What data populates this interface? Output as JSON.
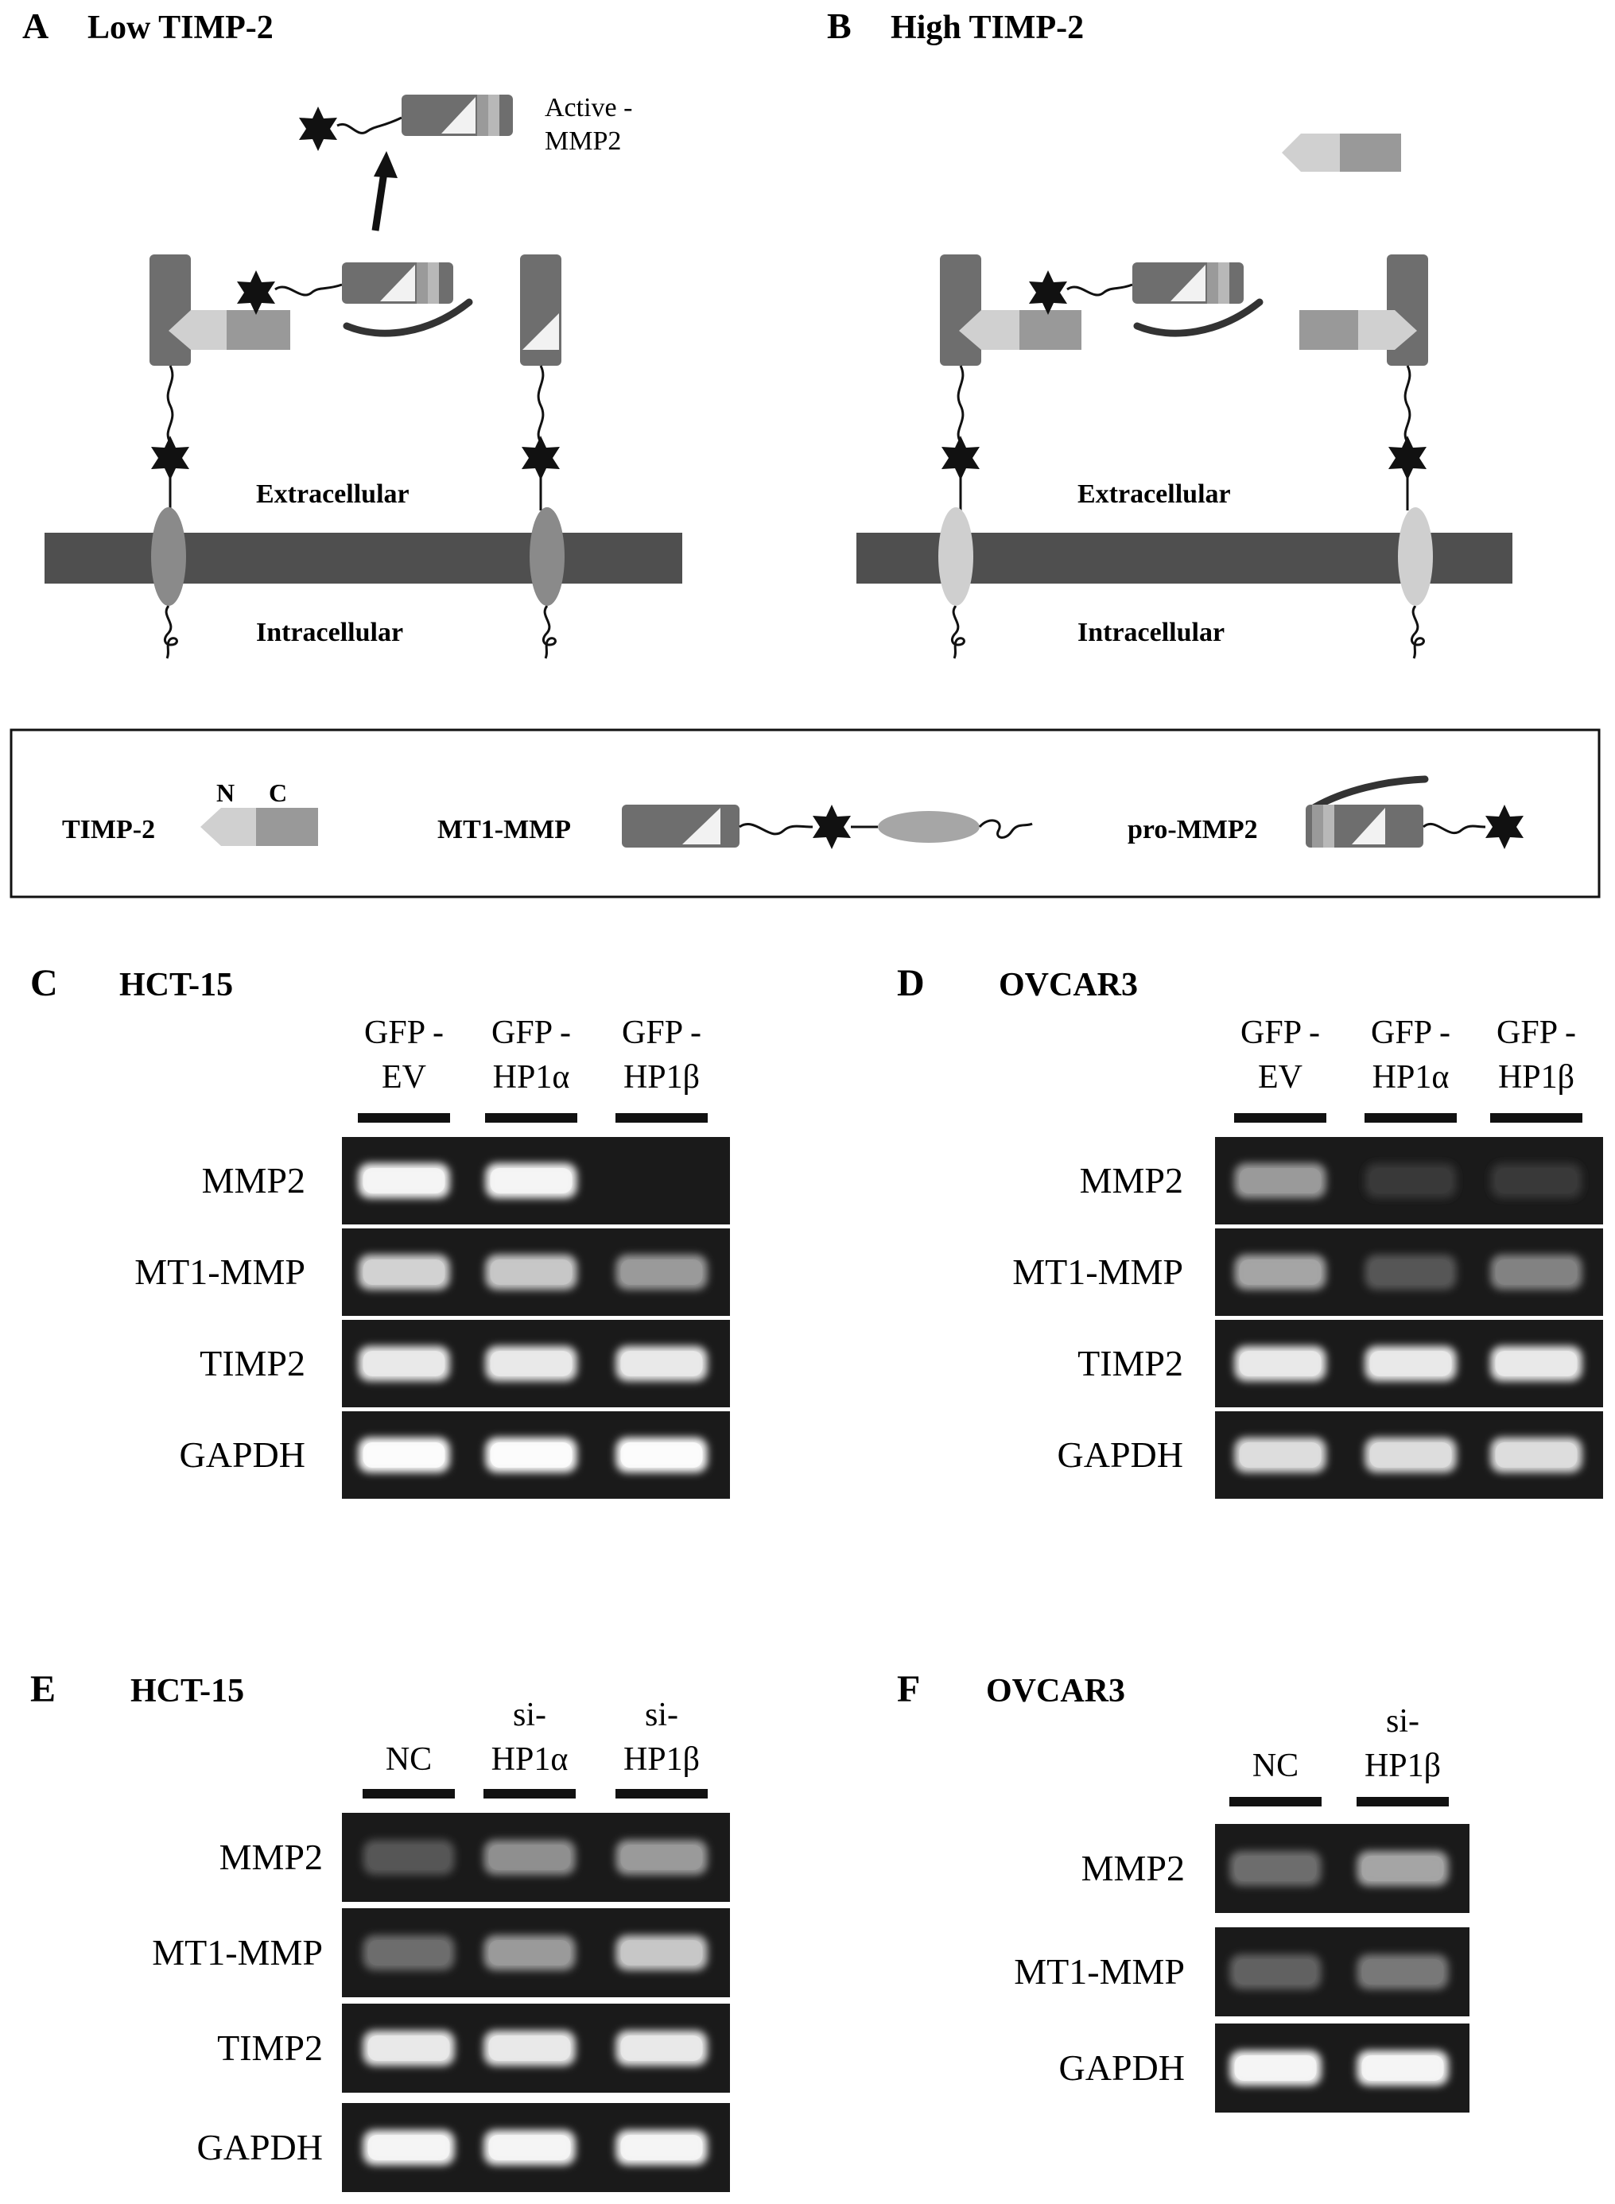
{
  "panel_a": {
    "letter": "A",
    "title": "Low TIMP-2",
    "active_label_1": "Active -",
    "active_label_2": "MMP2",
    "extracellular": "Extracellular",
    "intracellular": "Intracellular"
  },
  "panel_b": {
    "letter": "B",
    "title": "High TIMP-2",
    "extracellular": "Extracellular",
    "intracellular": "Intracellular"
  },
  "legend": {
    "timp2_label": "TIMP-2",
    "timp2_n": "N",
    "timp2_c": "C",
    "mt1mmp_label": "MT1-MMP",
    "prommp2_label": "pro-MMP2"
  },
  "panel_c": {
    "letter": "C",
    "cell_line": "HCT-15",
    "lanes": [
      {
        "line1": "GFP -",
        "line2": "EV"
      },
      {
        "line1": "GFP -",
        "line2": "HP1α"
      },
      {
        "line1": "GFP -",
        "line2": "HP1β"
      }
    ],
    "genes": [
      "MMP2",
      "MT1-MMP",
      "TIMP2",
      "GAPDH"
    ],
    "band_intensity": [
      [
        0.95,
        0.95,
        0.0
      ],
      [
        0.8,
        0.75,
        0.55
      ],
      [
        0.9,
        0.9,
        0.9
      ],
      [
        0.98,
        0.98,
        0.98
      ]
    ]
  },
  "panel_d": {
    "letter": "D",
    "cell_line": "OVCAR3",
    "lanes": [
      {
        "line1": "GFP -",
        "line2": "EV"
      },
      {
        "line1": "GFP -",
        "line2": "HP1α"
      },
      {
        "line1": "GFP -",
        "line2": "HP1β"
      }
    ],
    "genes": [
      "MMP2",
      "MT1-MMP",
      "TIMP2",
      "GAPDH"
    ],
    "band_intensity": [
      [
        0.55,
        0.12,
        0.12
      ],
      [
        0.6,
        0.25,
        0.45
      ],
      [
        0.9,
        0.9,
        0.9
      ],
      [
        0.85,
        0.85,
        0.85
      ]
    ]
  },
  "panel_e": {
    "letter": "E",
    "cell_line": "HCT-15",
    "lanes": [
      {
        "line1": "",
        "line2": "NC"
      },
      {
        "line1": "si-",
        "line2": "HP1α"
      },
      {
        "line1": "si-",
        "line2": "HP1β"
      }
    ],
    "genes": [
      "MMP2",
      "MT1-MMP",
      "TIMP2",
      "GAPDH"
    ],
    "band_intensity": [
      [
        0.25,
        0.5,
        0.55
      ],
      [
        0.35,
        0.55,
        0.75
      ],
      [
        0.9,
        0.9,
        0.9
      ],
      [
        0.95,
        0.95,
        0.95
      ]
    ]
  },
  "panel_f": {
    "letter": "F",
    "cell_line": "OVCAR3",
    "lanes": [
      {
        "line1": "",
        "line2": "NC"
      },
      {
        "line1": "si-",
        "line2": "HP1β"
      }
    ],
    "genes": [
      "MMP2",
      "MT1-MMP",
      "GAPDH"
    ],
    "band_intensity": [
      [
        0.35,
        0.6
      ],
      [
        0.3,
        0.4
      ],
      [
        0.95,
        0.95
      ]
    ]
  }
}
